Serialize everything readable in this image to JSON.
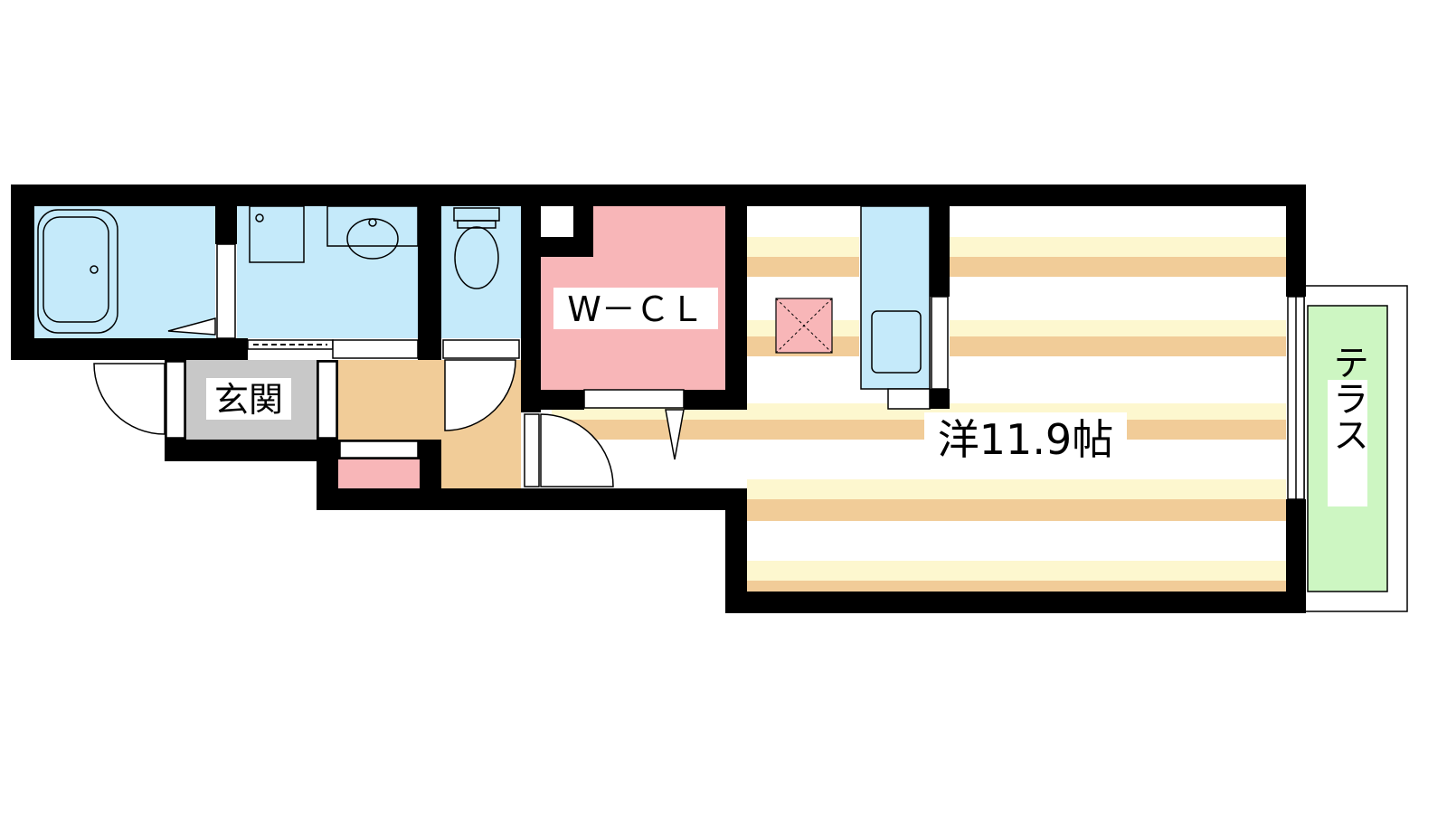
{
  "rooms": {
    "wcl": {
      "label": "W－ＣＬ"
    },
    "entrance": {
      "label": "玄関"
    },
    "western": {
      "label": "洋11.9帖"
    },
    "terrace": {
      "label": "テラス"
    }
  },
  "colors": {
    "wall": "#000000",
    "wet_area": "#c5eafa",
    "closet": "#f8b6b8",
    "hall": "#f1cc98",
    "entrance_floor": "#c8c8c8",
    "floor_stripe_cream": "#fdf7cf",
    "floor_stripe_tan": "#f1cc98",
    "terrace": "#cdf6c2",
    "hatch_marker": "#f8b6b8"
  },
  "icons": [
    "bathtub-icon",
    "washing-machine-icon",
    "washbasin-icon",
    "toilet-icon",
    "refrigerator-icon",
    "sink-icon",
    "hatch-icon"
  ]
}
